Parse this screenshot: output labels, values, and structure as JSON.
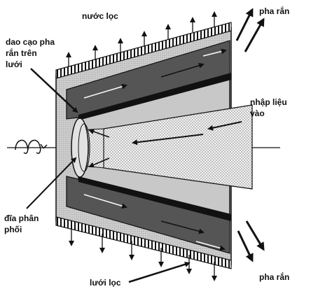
{
  "labels": {
    "filtrate": "nước lọc",
    "scraper_line1": "dao cạo pha",
    "scraper_line2": "rắn trên",
    "scraper_line3": "lưới",
    "feed_line1": "nhập liệu",
    "feed_line2": "vào",
    "disc_line1": "đĩa phân",
    "disc_line2": "phối",
    "screen": "lưới lọc",
    "solids_top": "pha rắn",
    "solids_bottom": "pha rắn"
  },
  "colors": {
    "outline": "#111111",
    "screen_fill": "#d8d8d8",
    "dark_band": "#555555",
    "inner_light": "#c8c8c8",
    "feed_dots": "#e9e9e9",
    "background": "#ffffff"
  }
}
